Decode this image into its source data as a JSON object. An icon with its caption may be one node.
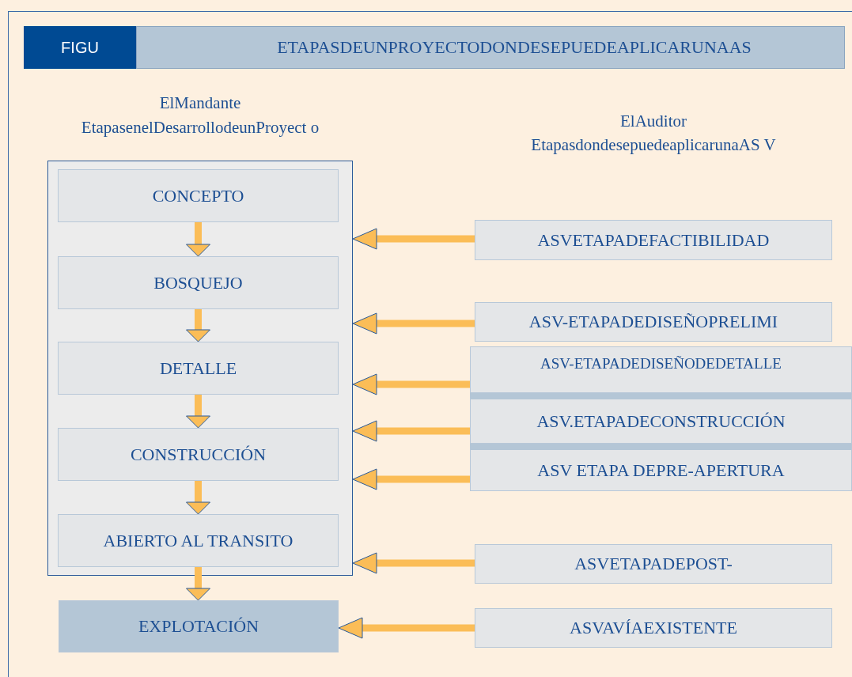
{
  "diagram": {
    "title": "ETAPASDEUNPROYECTODONDESEPUEDEAPLICARUNAAS",
    "nodes": [
      {
        "text": [
          "ElMandante",
          "EtapasenelDesarrollodeunProyect o"
        ]
      },
      {
        "text": [
          "CONCEPTO"
        ],
        "in": 0
      },
      {
        "text": [
          "BOSQUEJO"
        ],
        "in": 0
      },
      {
        "text": [
          "DETALLE"
        ],
        "in": 0
      },
      {
        "text": [
          "CONSTRUCCIÓN"
        ],
        "in": 0
      },
      {
        "text": [
          "ABIERTO AL TRANSITO"
        ],
        "in": 0
      },
      {
        "text": [
          "EXPLOTACIÓN"
        ]
      },
      {
        "text": [
          "ASVETAPADEFACTIBILIDAD"
        ]
      },
      {
        "text": [
          "ASV-ETAPADEDISEÑOPRELIMI"
        ]
      },
      {
        "text": [
          "ASV-ETAPADEDISEÑODEDETALLE"
        ]
      },
      {
        "text": [
          "ASV.ETAPADECONSTRUCCIÓN"
        ]
      },
      {
        "text": [
          "ASV ETAPA DEPRE-APERTURA"
        ]
      },
      {
        "text": [
          "ASVETAPADEPOST-"
        ]
      },
      {
        "text": [
          "ASVAVÍAEXISTENTE"
        ]
      }
    ],
    "edges": [
      {
        "from": 1,
        "to": 2,
        "arrow": "to"
      },
      {
        "from": 2,
        "to": 3,
        "arrow": "to"
      },
      {
        "from": 3,
        "to": 4,
        "arrow": "to"
      },
      {
        "from": 4,
        "to": 5,
        "arrow": "to"
      },
      {
        "from": 5,
        "to": 6,
        "arrow": "to"
      },
      {
        "from": 7,
        "to": 0,
        "arrow": "to"
      },
      {
        "from": 8,
        "to": 0,
        "arrow": "to"
      },
      {
        "from": 9,
        "to": 0,
        "arrow": "to"
      },
      {
        "from": 10,
        "to": 0,
        "arrow": "to"
      },
      {
        "from": 11,
        "to": 0,
        "arrow": "to"
      },
      {
        "from": 12,
        "to": 0,
        "arrow": "to"
      },
      {
        "from": 13,
        "to": 6,
        "arrow": "to"
      }
    ],
    "labels": [
      "FIGU",
      "ElAuditor",
      "EtapasdondesepuedeaplicarunaAS V"
    ]
  }
}
